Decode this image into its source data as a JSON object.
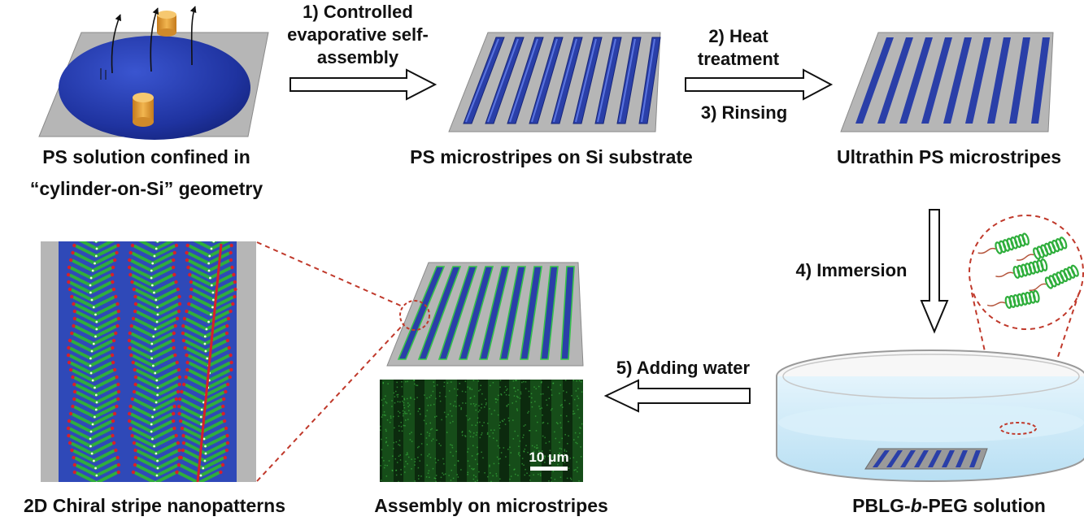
{
  "captions": {
    "ps_solution_line1": "PS solution confined in",
    "ps_solution_line2": "“cylinder-on-Si” geometry",
    "ps_microstripes": "PS microstripes on Si substrate",
    "ultrathin": "Ultrathin PS microstripes",
    "chiral_2d": "2D Chiral stripe nanopatterns",
    "assembly": "Assembly on microstripes",
    "pblg_prefix": "PBLG-",
    "pblg_italic": "b",
    "pblg_suffix": "-PEG solution"
  },
  "steps": {
    "step1_line1": "1) Controlled",
    "step1_line2": "evaporative self-",
    "step1_line3": "assembly",
    "step2_line1": "2) Heat",
    "step2_line2": "treatment",
    "step3": "3) Rinsing",
    "step4": "4) Immersion",
    "step5": "5) Adding water"
  },
  "scale_bar": "10 μm",
  "colors": {
    "substrate": "#b4b4b4",
    "ps_blue": "#2a3fa8",
    "cylinder_orange": "#e8a43a",
    "helix_green": "#2fae3c",
    "pattern_red": "#d8202a",
    "dashed_red": "#c0392b",
    "solution_blue": "#cfe9f7",
    "fluorescence_green": "#0e4a12"
  },
  "icons": [
    "evaporation-arrow-icon",
    "process-arrow-icon",
    "polymer-helix-icon",
    "petri-dish-icon"
  ]
}
